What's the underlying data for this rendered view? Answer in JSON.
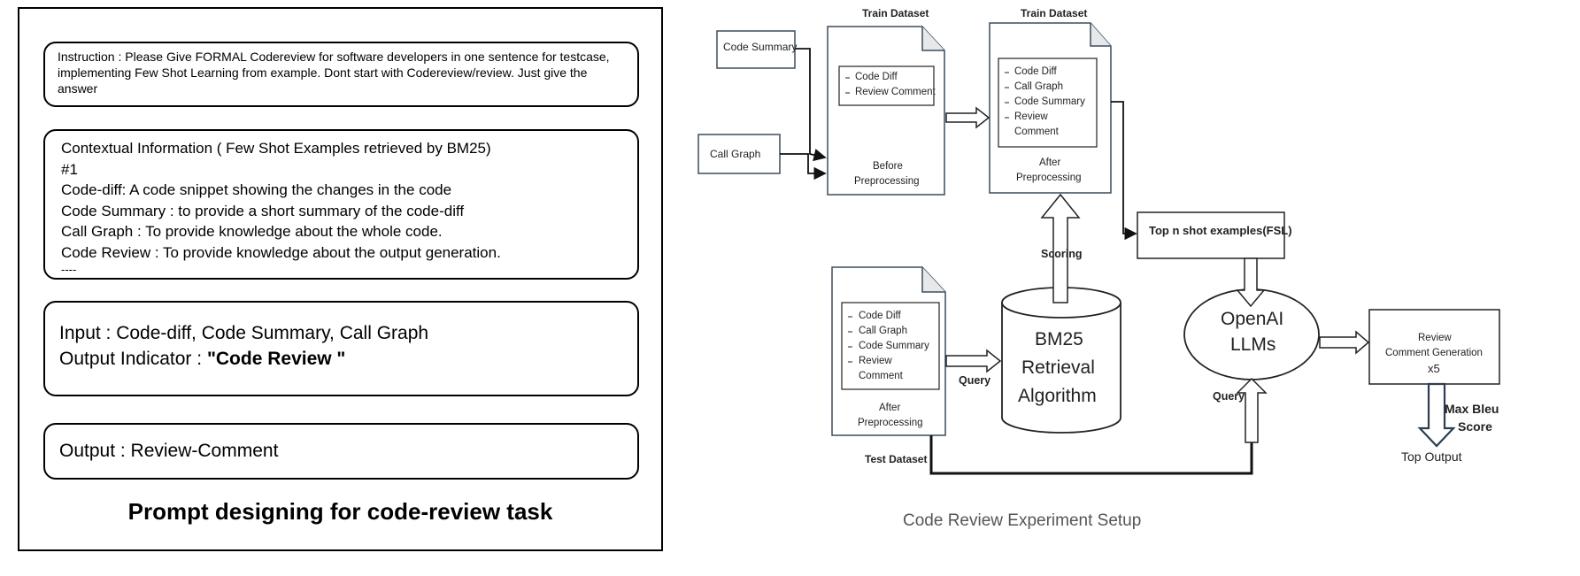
{
  "prompt": {
    "instruction": "Instruction : Please Give FORMAL Codereview for software developers in one sentence for testcase, implementing Few Shot Learning from example. Dont start with Codereview/review. Just give the answer",
    "context": {
      "title": "Contextual Information ( Few Shot Examples retrieved by BM25)",
      "number": "#1",
      "lines": [
        "Code-diff: A code snippet showing the changes in the code",
        "Code Summary : to provide a short summary of the code-diff",
        "Call Graph  : To provide knowledge about the whole code.",
        "Code Review : To provide knowledge about the output generation."
      ],
      "separator": "----"
    },
    "input_line": "Input : Code-diff, Code Summary, Call Graph",
    "output_indicator_label": "Output Indicator : ",
    "output_indicator_value": "\"Code Review \"",
    "output_line": "Output : Review-Comment",
    "caption": "Prompt designing for code-review task"
  },
  "diagram": {
    "code_summary": "Code Summary",
    "call_graph": "Call Graph",
    "train_dataset_label": "Train Dataset",
    "before_doc_items": [
      "Code Diff",
      "Review Comment"
    ],
    "before_doc_caption": [
      "Before",
      "Preprocessing"
    ],
    "after_doc_items": [
      "Code Diff",
      "Call Graph",
      "Code Summary",
      "Review",
      "Comment"
    ],
    "after_doc_caption": [
      "After",
      "Preprocessing"
    ],
    "test_dataset_label": "Test Dataset",
    "scoring": "Scoring",
    "query": "Query",
    "bm25": [
      "BM25",
      "Retrieval",
      "Algorithm"
    ],
    "top_n": "Top n shot examples(FSL)",
    "openai": [
      "OpenAI",
      "LLMs"
    ],
    "review_gen": [
      "Review",
      "Comment Generation"
    ],
    "x5": "x5",
    "max_bleu": [
      "Max Bleu",
      "Score"
    ],
    "top_output": "Top Output",
    "caption": "Code Review Experiment Setup"
  }
}
